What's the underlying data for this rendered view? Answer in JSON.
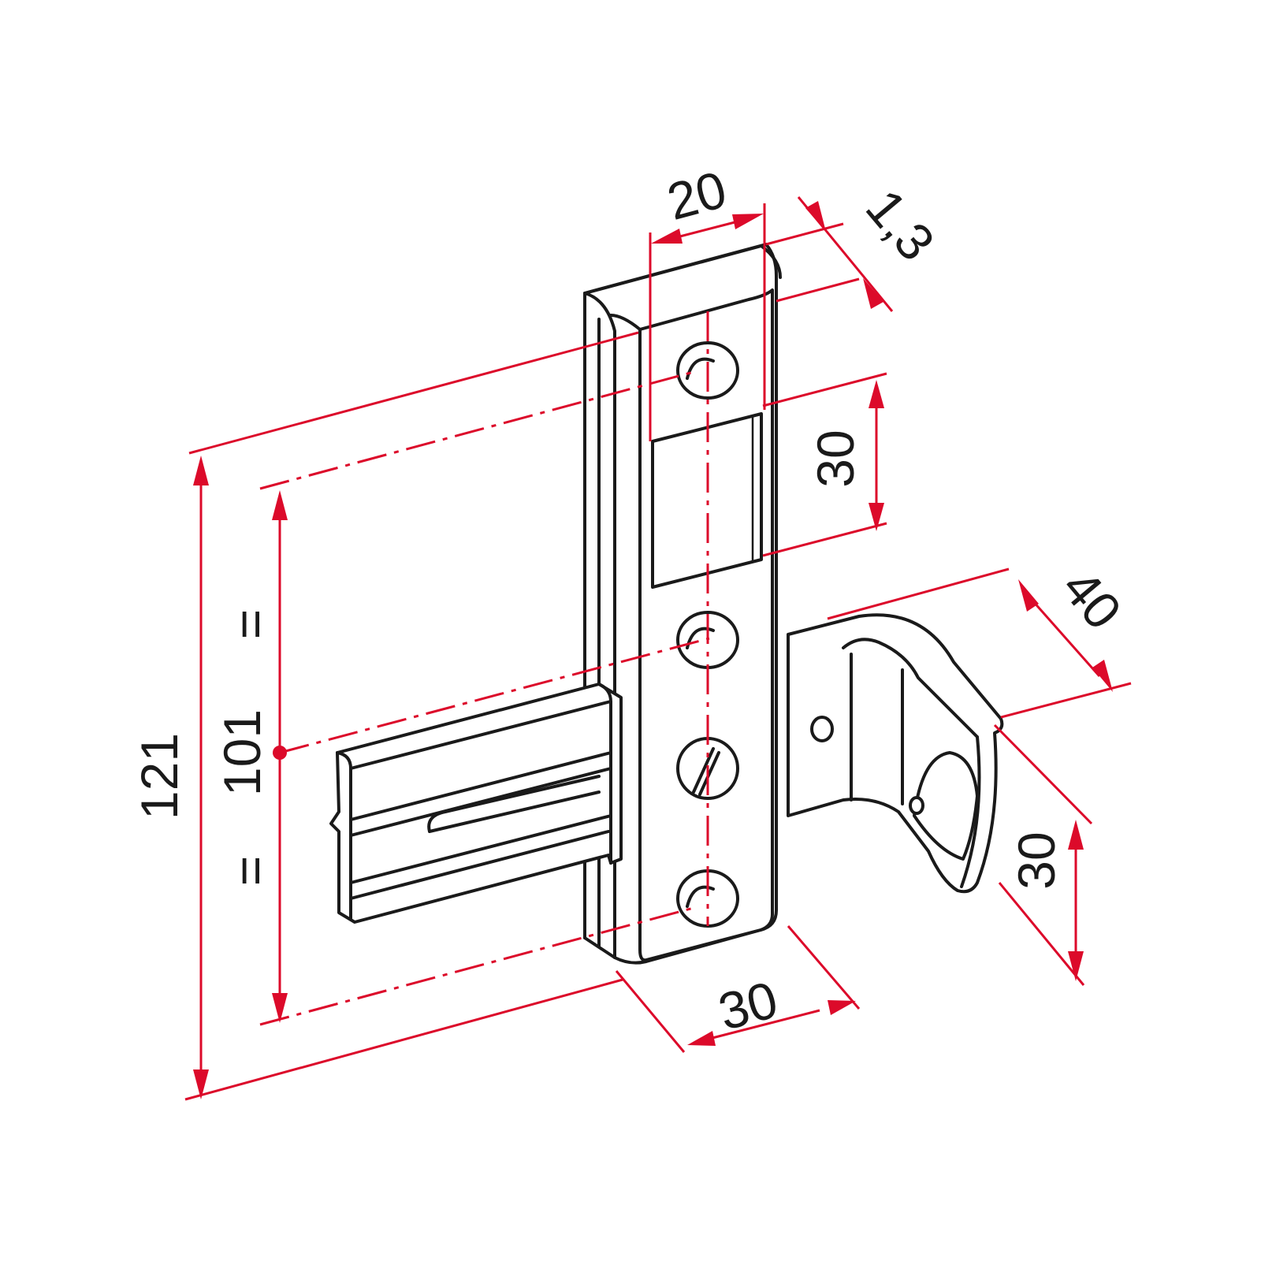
{
  "dimensions": {
    "total_height": "121",
    "hole_spacing": "101",
    "equal_top": "=",
    "equal_bottom": "=",
    "plate_width": "20",
    "plate_thickness": "1,3",
    "slot_length": "30",
    "plate_depth": "30",
    "hook_projection": "40",
    "hook_height": "30"
  },
  "colors": {
    "dimension_lines": "#dc0a2a",
    "part_outline": "#1a1a1a",
    "background": "#ffffff"
  }
}
